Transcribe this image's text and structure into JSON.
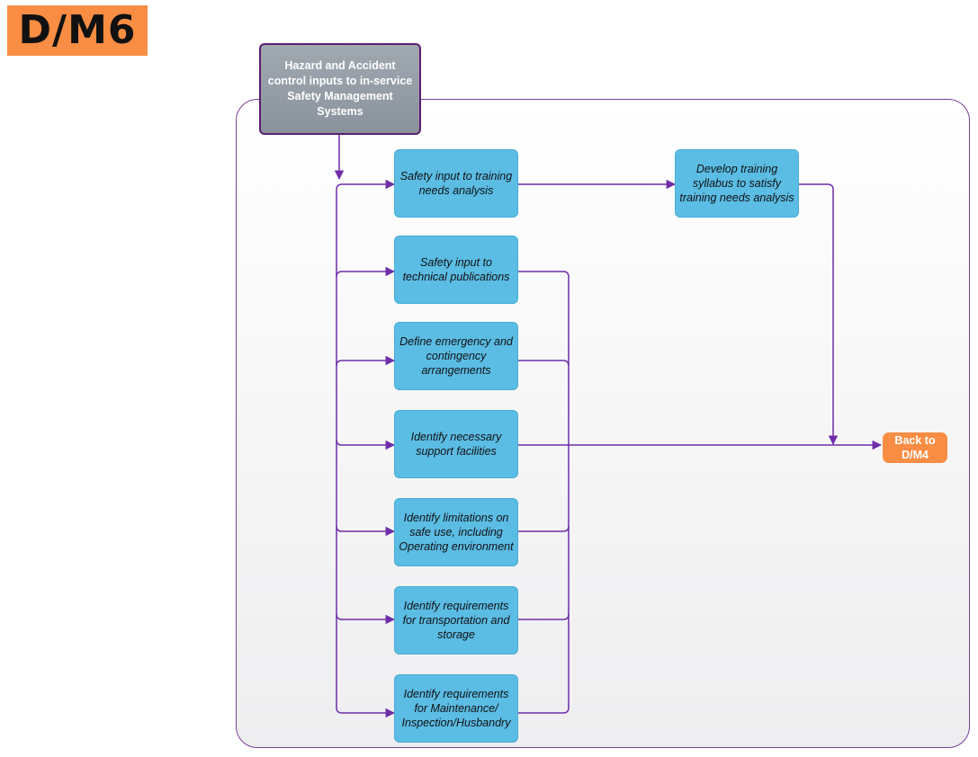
{
  "page_label": "D/M6",
  "colors": {
    "badge": "#f98d43",
    "process_box": "#5bbce4",
    "connector": "#6f2da8",
    "source_box": "#8f98a1"
  },
  "source_box": {
    "text": "Hazard and Accident control inputs to in-service Safety Management Systems"
  },
  "process_boxes": [
    {
      "text": "Safety input to training needs analysis"
    },
    {
      "text": "Safety input to technical publications"
    },
    {
      "text": "Define emergency and contingency arrangements"
    },
    {
      "text": "Identify necessary support facilities"
    },
    {
      "text": "Identify limitations on safe use, including Operating environment"
    },
    {
      "text": "Identify requirements for transportation and storage"
    },
    {
      "text": "Identify requirements for Maintenance/ Inspection/Husbandry"
    }
  ],
  "training_box": {
    "text": "Develop training syllabus to satisfy training needs analysis"
  },
  "back_button": {
    "text": "Back to D/M4"
  }
}
